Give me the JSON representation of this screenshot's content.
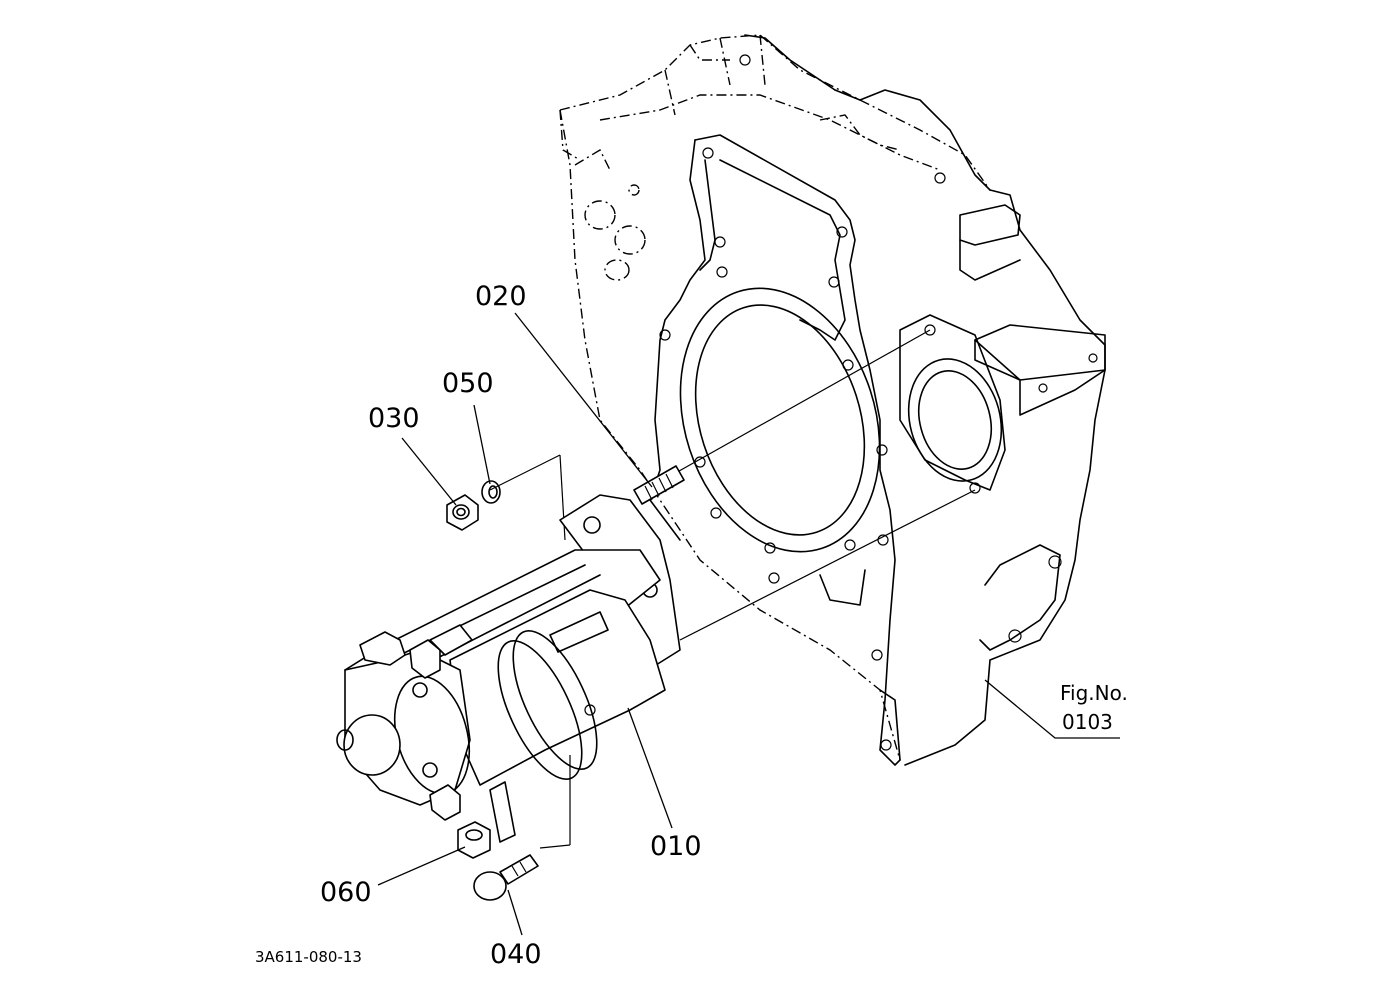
{
  "callouts": {
    "p010": "010",
    "p020": "020",
    "p030": "030",
    "p040": "040",
    "p050": "050",
    "p060": "060"
  },
  "figure_ref": {
    "line1": "Fig.No.",
    "line2": "0103"
  },
  "drawing_code": "3A611-080-13"
}
